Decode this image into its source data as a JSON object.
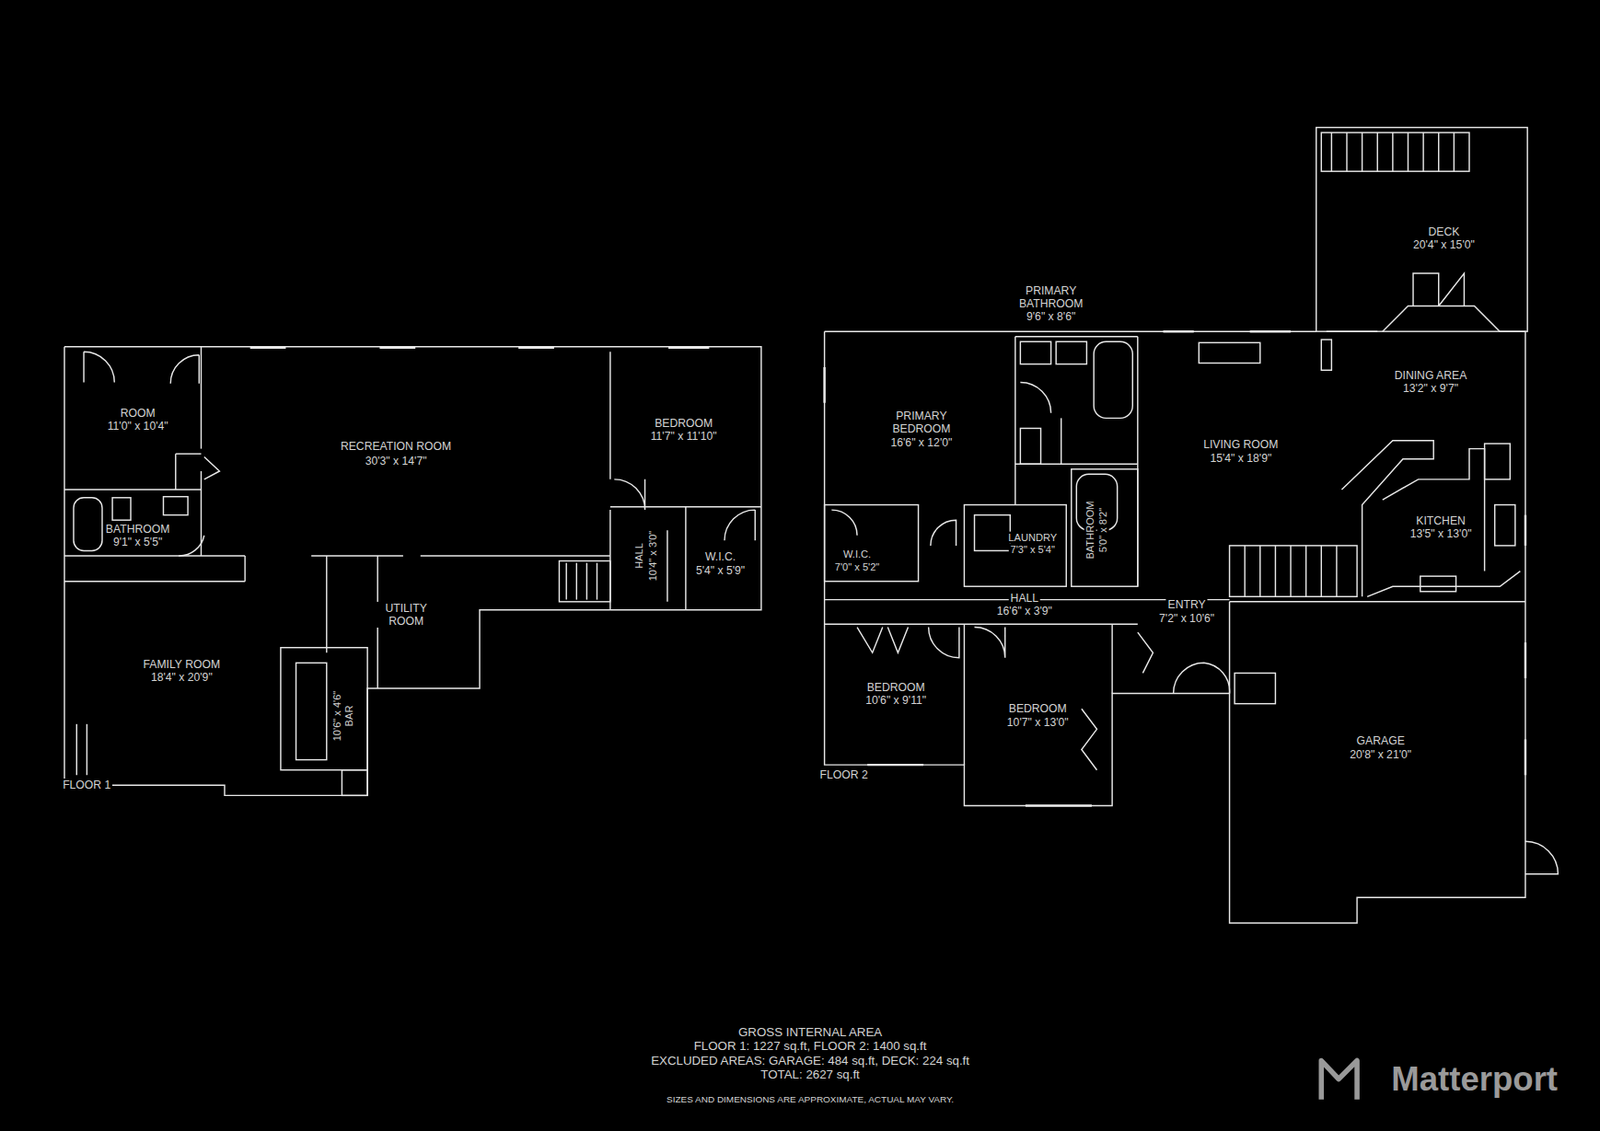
{
  "diagram": {
    "title": "GROSS INTERNAL AREA",
    "labels": [
      "ROOM",
      "11'0\" x 10'4\"",
      "RECREATION ROOM",
      "30'3\" x 14'7\"",
      "BEDROOM",
      "11'7\" x 11'10\"",
      "BATHROOM",
      "9'1\" x 5'5\"",
      "HALL",
      "10'4\" x 3'0\"",
      "W.I.C.",
      "5'4\" x 5'9\"",
      "UTILITY ROOM",
      "FAMILY ROOM",
      "18'4\" x 20'9\"",
      "BAR",
      "10'6\" x 4'6\"",
      "FLOOR 1",
      "DECK",
      "20'4\" x 15'0\"",
      "PRIMARY BATHROOM",
      "9'6\" x 8'6\"",
      "DINING AREA",
      "13'2\" x 9'7\"",
      "PRIMARY BEDROOM",
      "16'6\" x 12'0\"",
      "LIVING ROOM",
      "15'4\" x 18'9\"",
      "KITCHEN",
      "13'5\" x 13'0\"",
      "W.I.C.",
      "7'0\" x 5'2\"",
      "LAUNDRY",
      "7'3\" x 5'4\"",
      "BATHROOM",
      "5'0\" x 8'2\"",
      "HALL",
      "16'6\" x 3'9\"",
      "ENTRY",
      "7'2\" x 10'6\"",
      "BEDROOM",
      "10'6\" x 9'11\"",
      "BEDROOM",
      "10'7\" x 13'0\"",
      "GARAGE",
      "20'8\" x 21'0\"",
      "FLOOR 2",
      "FLOOR 1: 1227 sq.ft, FLOOR 2: 1400 sq.ft",
      "EXCLUDED AREAS: GARAGE: 484 sq.ft, DECK: 224 sq.ft",
      "TOTAL: 2627 sq.ft",
      "SIZES AND DIMENSIONS ARE APPROXIMATE, ACTUAL MAY VARY.",
      "Matterport"
    ]
  }
}
